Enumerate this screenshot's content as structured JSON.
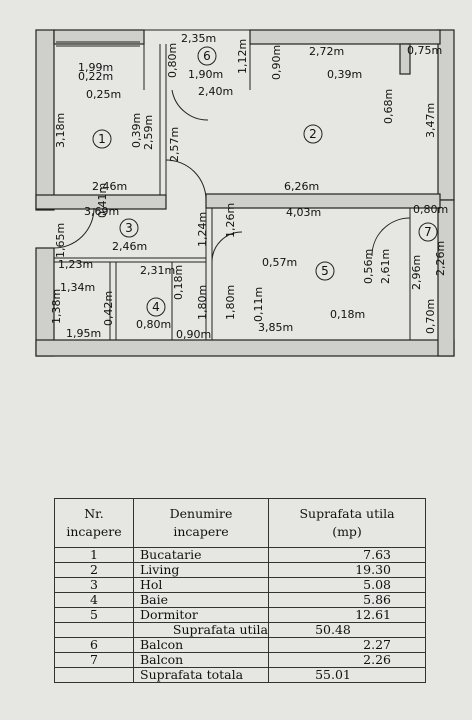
{
  "plan": {
    "dimensions": [
      "2,35m",
      "1,99m",
      "0,80m",
      "1,12m",
      "0,90m",
      "2,72m",
      "0,75m",
      "0,22m",
      "1,90m",
      "0,39m",
      "0,25m",
      "2,40m",
      "0,68m",
      "3,18m",
      "0,39m",
      "2,59m",
      "2,57m",
      "3,47m",
      "2,46m",
      "6,26m",
      "0,41m",
      "3,69m",
      "1,24m",
      "1,26m",
      "4,03m",
      "0,80m",
      "1,65m",
      "2,46m",
      "1,23m",
      "2,31m",
      "0,57m",
      "2,26m",
      "1,34m",
      "0,18m",
      "0,56m",
      "2,61m",
      "2,96m",
      "1,38m",
      "0,42m",
      "1,80m",
      "1,80m",
      "0,11m",
      "0,18m",
      "0,70m",
      "1,95m",
      "0,80m",
      "0,90m",
      "3,85m"
    ],
    "room_numbers": [
      "1",
      "2",
      "3",
      "4",
      "5",
      "6",
      "7"
    ]
  },
  "table": {
    "headers": [
      "Nr.\nincapere",
      "Denumire\nincapere",
      "Suprafata utila\n(mp)"
    ],
    "rows": [
      {
        "nr": "1",
        "name": "Bucatarie",
        "area": "7.63"
      },
      {
        "nr": "2",
        "name": "Living",
        "area": "19.30"
      },
      {
        "nr": "3",
        "name": "Hol",
        "area": "5.08"
      },
      {
        "nr": "4",
        "name": "Baie",
        "area": "5.86"
      },
      {
        "nr": "5",
        "name": "Dormitor",
        "area": "12.61"
      }
    ],
    "subtotal": {
      "label": "Suprafata utila",
      "value": "50.48"
    },
    "balconies": [
      {
        "nr": "6",
        "name": "Balcon",
        "area": "2.27"
      },
      {
        "nr": "7",
        "name": "Balcon",
        "area": "2.26"
      }
    ],
    "total": {
      "label": "Suprafata totala",
      "value": "55.01"
    }
  }
}
